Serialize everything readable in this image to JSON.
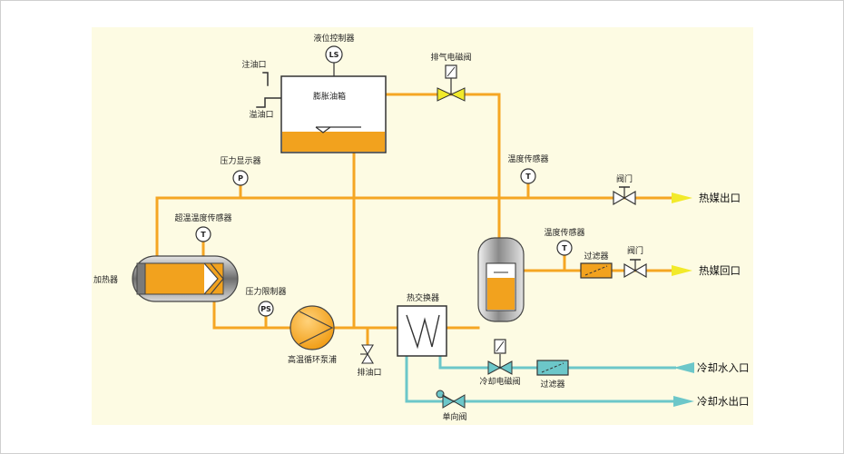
{
  "colors": {
    "oil": "#f5a623",
    "oil_fill": "#f2a21e",
    "water": "#6cc7c9",
    "arrow_yellow": "#f2ea2a",
    "background": "#fdfbe3"
  },
  "labels": {
    "level_controller": "液位控制器",
    "oil_inlet": "注油口",
    "overflow": "溢油口",
    "expansion_tank": "膨胀油箱",
    "vent_valve": "排气电磁阀",
    "pressure_gauge": "压力显示器",
    "temp_sensor_top": "温度传感器",
    "valve_top": "阀门",
    "heat_out": "热媒出口",
    "over_temp_sensor": "超温温度传感器",
    "temp_sensor_mid": "温度传感器",
    "filter_oil": "过滤器",
    "valve_mid": "阀门",
    "heat_return": "热媒回口",
    "heater": "加热器",
    "pressure_limiter": "压力限制器",
    "heat_exchanger": "热交换器",
    "pump": "高温循环泵浦",
    "drain": "排油口",
    "cooling_valve": "冷却电磁阀",
    "filter_water": "过滤器",
    "cool_in": "冷却水入口",
    "check_valve": "单向阀",
    "cool_out": "冷却水出口"
  },
  "symbols": {
    "ls": "LS",
    "p": "P",
    "t": "T",
    "ps": "PS"
  }
}
